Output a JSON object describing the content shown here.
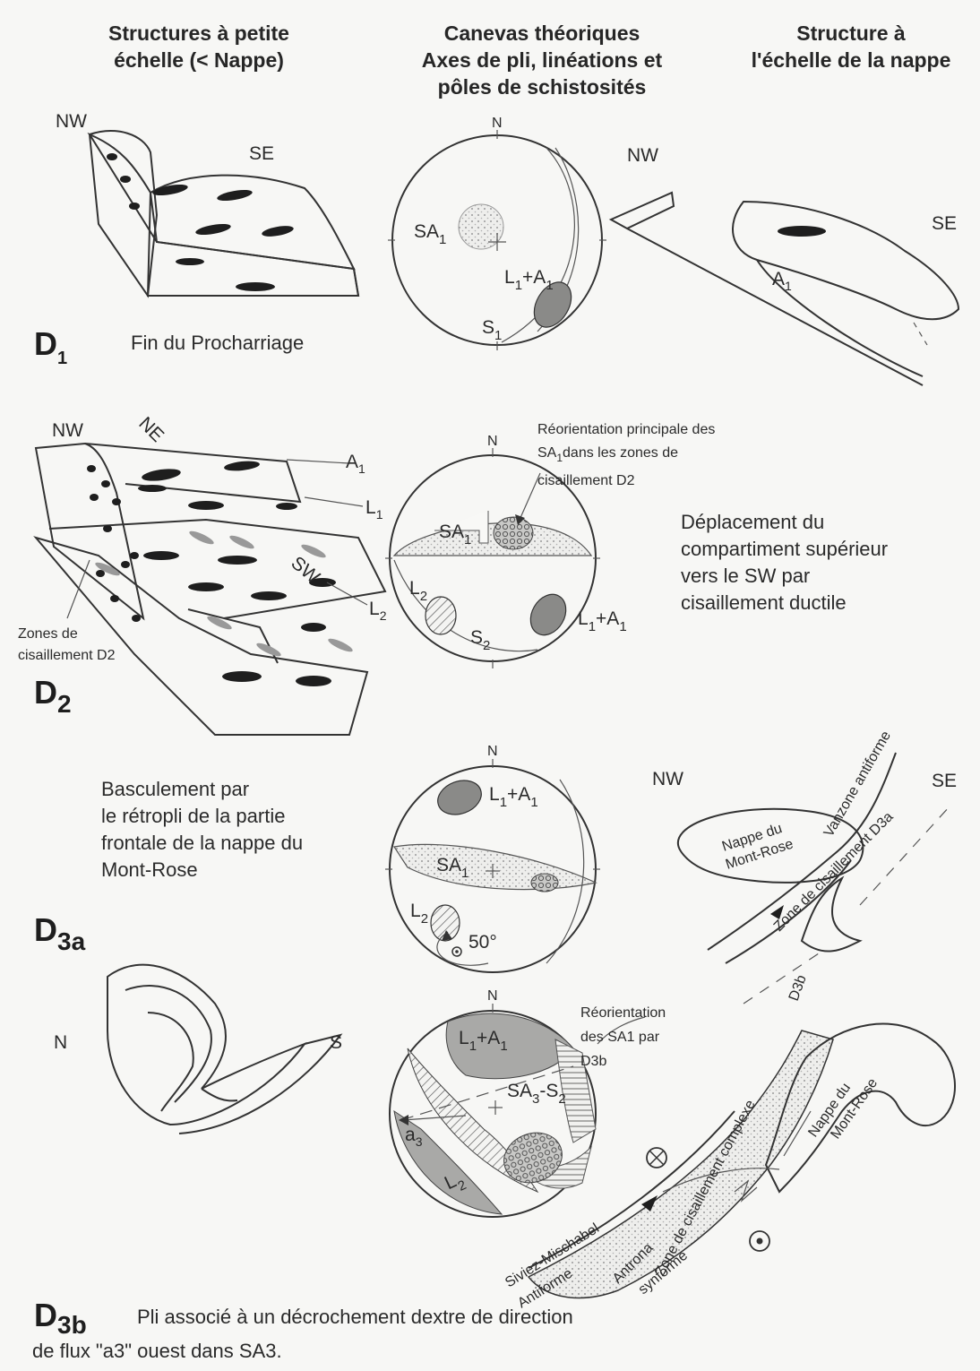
{
  "headers": {
    "col1_line1": "Structures à petite",
    "col1_line2": "échelle (< Nappe)",
    "col2_line1": "Canevas théoriques",
    "col2_line2": "Axes de pli, linéations et",
    "col2_line3": "pôles de schistosités",
    "col3_line1": "Structure à",
    "col3_line2": "l'échelle de la nappe"
  },
  "rows": {
    "d1": {
      "label_main": "D",
      "label_sub": "1",
      "caption": "Fin du Procharriage",
      "block_nw": "NW",
      "block_se": "SE",
      "net_n": "N",
      "net_sa": "SA",
      "net_sa_sub": "1",
      "net_l": "L",
      "net_l_sub": "1",
      "net_plus_a": "+A",
      "net_a_sub": "1",
      "net_s": "S",
      "net_s_sub": "1",
      "nappe_nw": "NW",
      "nappe_se": "SE",
      "nappe_a": "A",
      "nappe_a_sub": "1"
    },
    "d2": {
      "label_main": "D",
      "label_sub": "2",
      "block_nw": "NW",
      "block_ne": "NE",
      "block_sw": "SW",
      "lbl_a": "A",
      "lbl_a_sub": "1",
      "lbl_l1": "L",
      "lbl_l1_sub": "1",
      "lbl_l2": "L",
      "lbl_l2_sub": "2",
      "zones_line1": "Zones de",
      "zones_line2": "cisaillement  D2",
      "net_n": "N",
      "net_sa": "SA",
      "net_sa_sub": "1",
      "net_l2": "L",
      "net_l2_sub": "2",
      "net_s": "S",
      "net_s_sub": "2",
      "net_l": "L",
      "net_l_sub": "1",
      "net_plus_a": "+A",
      "net_a_sub": "1",
      "reo_line1": "Réorientation  principale  des",
      "reo_line2a": "SA",
      "reo_line2_sub": "1",
      "reo_line2b": "dans les zones de",
      "reo_line3": "cisaillement  D2",
      "desc_line1": "Déplacement du",
      "desc_line2": "compartiment supérieur",
      "desc_line3": "vers le SW par",
      "desc_line4": "cisaillement ductile"
    },
    "d3a": {
      "label_main": "D",
      "label_sub": "3a",
      "desc_line1": "Basculement par",
      "desc_line2": "le rétropli de la partie",
      "desc_line3": "frontale de la nappe du",
      "desc_line4": "Mont-Rose",
      "net_n": "N",
      "net_l": "L",
      "net_l_sub": "1",
      "net_plus_a": "+A",
      "net_a_sub": "1",
      "net_sa": "SA",
      "net_sa_sub": "1",
      "net_l2": "L",
      "net_l2_sub": "2",
      "angle": "50°",
      "nappe_nw": "NW",
      "nappe_se": "SE",
      "nappe_name1": "Nappe du",
      "nappe_name2": "Mont-Rose",
      "vanzone": "Vanzone  antiforme",
      "shear": "Zone de cisaillement D3a"
    },
    "d3b": {
      "label_main": "D",
      "label_sub": "3b",
      "caption_line1": "Pli associé à un décrochement dextre de direction",
      "caption_line2": "de flux \"a3\" ouest dans SA3.",
      "fold_n": "N",
      "fold_s": "S",
      "net_n": "N",
      "net_l": "L",
      "net_l_sub": "1",
      "net_plus_a": "+A",
      "net_a_sub": "1",
      "net_sa": "SA",
      "net_sa_sub": "3",
      "net_s": "-S",
      "net_s_sub": "2",
      "net_a": "a",
      "net_a3_sub": "3",
      "net_l2": "L",
      "net_l2_sub": "2",
      "reo_line1": "Réorientation",
      "reo_line2": "des SA1 par",
      "reo_line3": "D3b",
      "d3b_tag": "D3b",
      "complex": "Zone de cisaillement complexe",
      "nappe_name1": "Nappe du",
      "nappe_name2": "Mont-Rose",
      "siviez1": "Siviez-Mischabel",
      "siviez2": "Antiforme",
      "antrona1": "Antrona",
      "antrona2": "synforme"
    }
  }
}
